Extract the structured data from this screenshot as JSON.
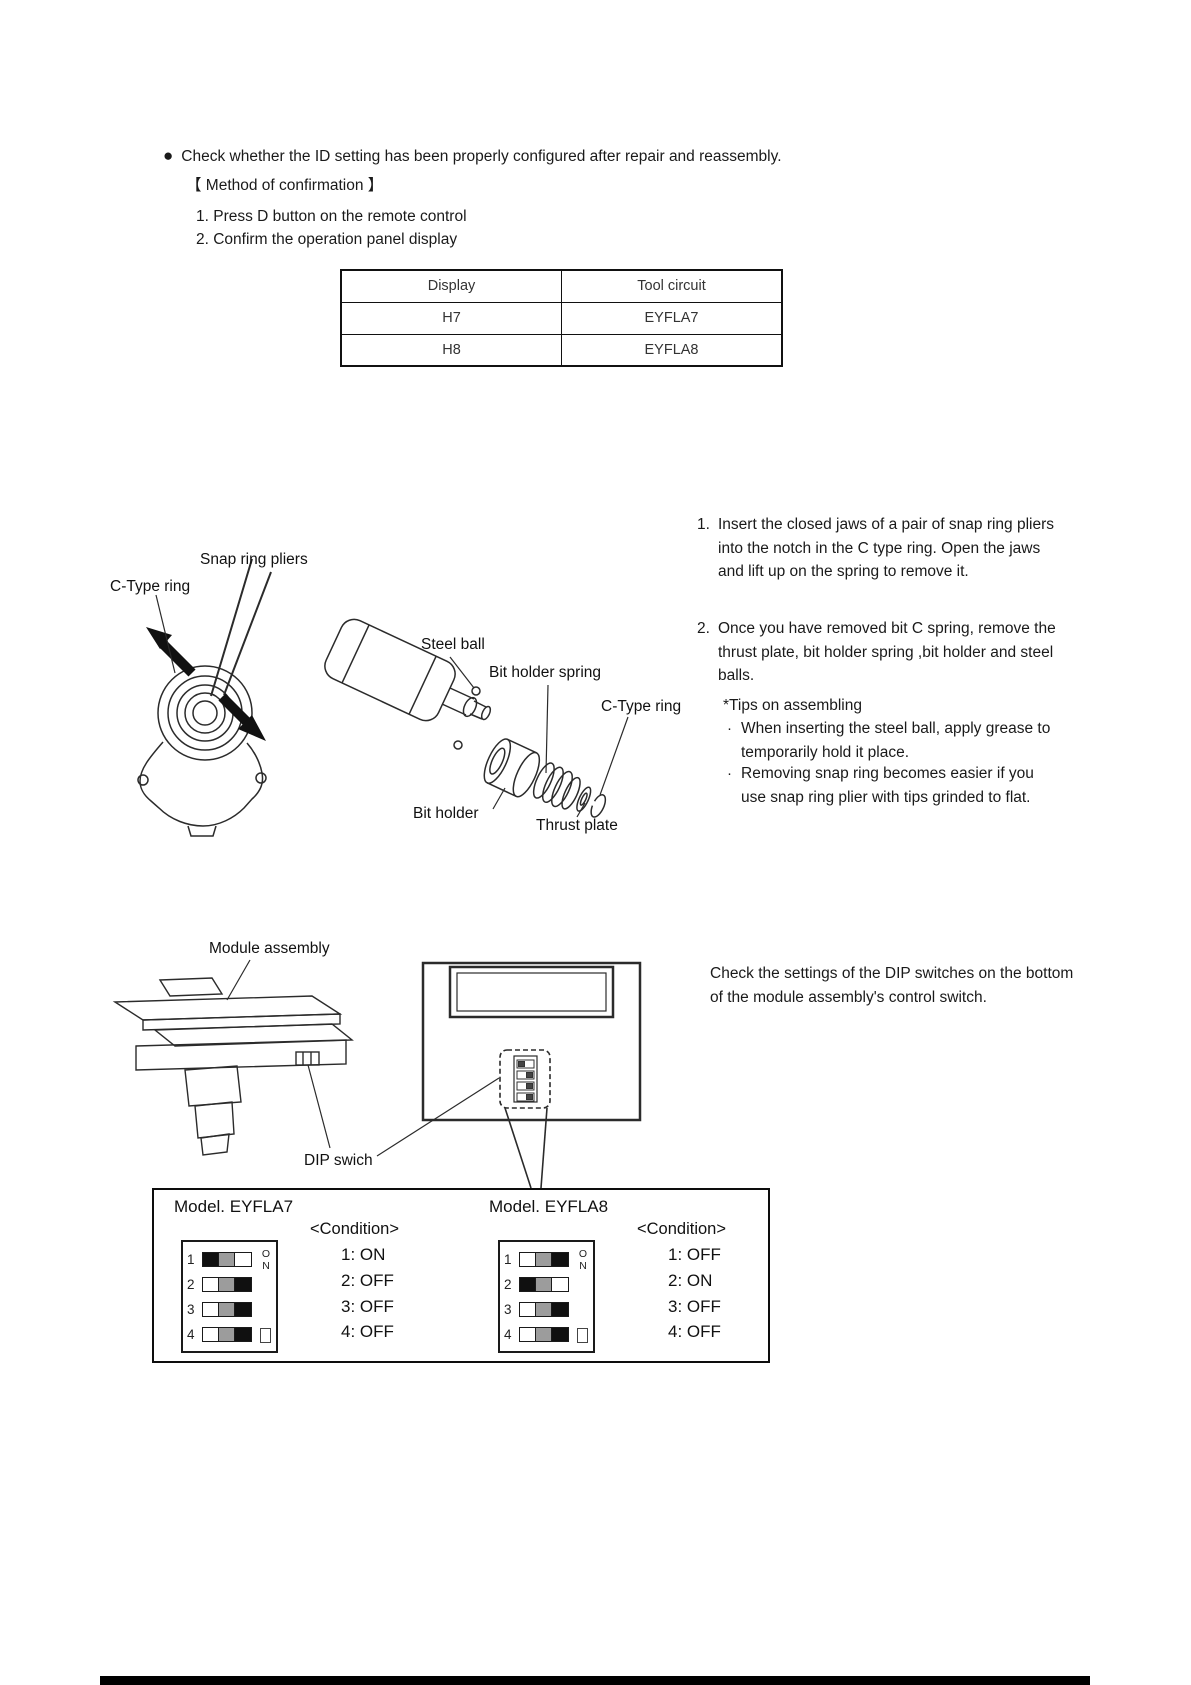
{
  "top": {
    "bullet": "●",
    "check_note": "Check whether the ID setting has been properly configured after repair and reassembly.",
    "method_heading": "【 Method of confirmation 】",
    "steps": [
      "1.  Press D button on the remote control",
      "2.  Confirm the operation panel display"
    ]
  },
  "display_table": {
    "col1_header": "Display",
    "col2_header": "Tool circuit",
    "rows": [
      {
        "display": "H7",
        "circuit": "EYFLA7"
      },
      {
        "display": "H8",
        "circuit": "EYFLA8"
      }
    ]
  },
  "disassembly": {
    "labels": {
      "snap_ring_pliers": "Snap ring pliers",
      "c_type_ring_left": "C-Type ring",
      "steel_ball": "Steel ball",
      "bit_holder_spring": "Bit holder spring",
      "c_type_ring_right": "C-Type ring",
      "bit_holder": "Bit holder",
      "thrust_plate": "Thrust plate"
    },
    "steps": [
      {
        "marker": "1.",
        "text": "Insert the closed jaws of a pair of snap ring pliers into the notch in the C type ring. Open the jaws and lift up on the spring to remove it."
      },
      {
        "marker": "2.",
        "text": "Once you have removed bit C spring, remove the thrust plate, bit holder spring ,bit holder and steel balls."
      }
    ],
    "tips_heading": "*Tips on assembling",
    "tips": [
      {
        "marker": "·",
        "text": "When inserting the steel ball, apply grease to temporarily hold it place."
      },
      {
        "marker": "·",
        "text": "Removing snap ring becomes easier if you use snap ring plier with tips grinded to flat."
      }
    ]
  },
  "module": {
    "assembly_label": "Module assembly",
    "dip_label": "DIP swich",
    "note": "Check the settings of the DIP switches on the bottom of the module assembly's control switch."
  },
  "dip_box": {
    "model_a": {
      "title": "Model. EYFLA7",
      "condition_heading": "<Condition>",
      "on_label": "ON",
      "rows": [
        {
          "num": "1",
          "state": "on",
          "condition": "1: ON"
        },
        {
          "num": "2",
          "state": "off",
          "condition": "2: OFF"
        },
        {
          "num": "3",
          "state": "off",
          "condition": "3: OFF"
        },
        {
          "num": "4",
          "state": "off",
          "condition": "4: OFF"
        }
      ]
    },
    "model_b": {
      "title": "Model. EYFLA8",
      "condition_heading": "<Condition>",
      "on_label": "ON",
      "rows": [
        {
          "num": "1",
          "state": "off",
          "condition": "1: OFF"
        },
        {
          "num": "2",
          "state": "on",
          "condition": "2: ON"
        },
        {
          "num": "3",
          "state": "off",
          "condition": "3: OFF"
        },
        {
          "num": "4",
          "state": "off",
          "condition": "4: OFF"
        }
      ]
    }
  }
}
